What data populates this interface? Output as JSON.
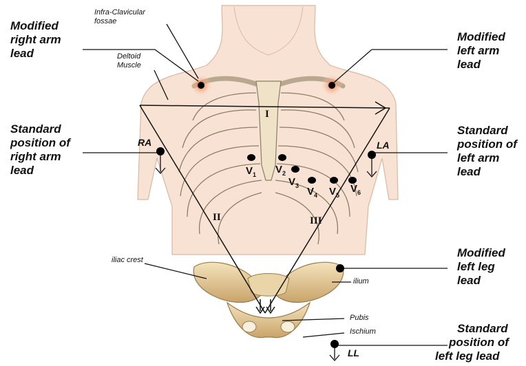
{
  "labels": {
    "modified_right_arm": [
      "Modified",
      "right arm",
      "lead"
    ],
    "modified_left_arm": [
      "Modified",
      "left arm",
      "lead"
    ],
    "standard_right_arm": [
      "Standard",
      "position of",
      "right arm",
      "lead"
    ],
    "standard_left_arm": [
      "Standard",
      "position of",
      "left arm",
      "lead"
    ],
    "modified_left_leg": [
      "Modified",
      "left leg",
      "lead"
    ],
    "standard_left_leg": [
      "Standard",
      "position of",
      "left leg lead"
    ],
    "infra_clavicular": [
      "Infra-Clavicular",
      "fossae"
    ],
    "deltoid": [
      "Deltoid",
      "Muscle"
    ],
    "iliac_crest": "iliac crest",
    "ilium": "ilium",
    "pubis": "Pubis",
    "ischium": "Ischium"
  },
  "leads": {
    "ra": "RA",
    "la": "LA",
    "ll": "LL",
    "lead_i": "I",
    "lead_ii": "II",
    "lead_iii": "III"
  },
  "chest_leads": [
    {
      "letter": "V",
      "index": "1"
    },
    {
      "letter": "V",
      "index": "2"
    },
    {
      "letter": "V",
      "index": "3"
    },
    {
      "letter": "V",
      "index": "4"
    },
    {
      "letter": "V",
      "index": "5"
    },
    {
      "letter": "V",
      "index": "6"
    }
  ],
  "colors": {
    "skin": "#f6d9c4",
    "skin_outline": "#d9b8a2",
    "rib_fill": "#f1e6cf",
    "rib_outline": "#8a7d66",
    "bone": "#e5cfa0",
    "bone_shade": "#c59f63",
    "electrode": "#000000",
    "glow": "#f08a5d"
  }
}
